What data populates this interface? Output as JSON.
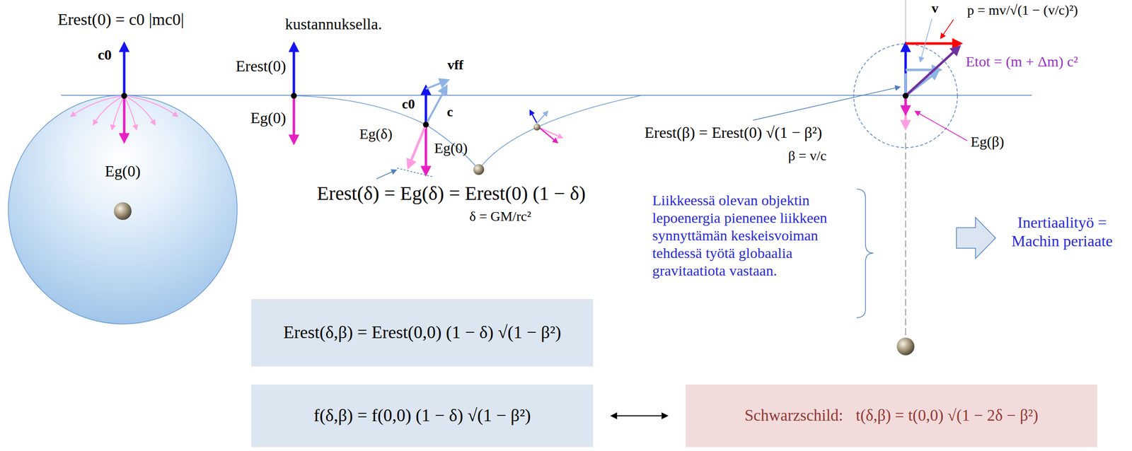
{
  "diagram": {
    "nodes": [
      {
        "text": [
          "Eg(0)"
        ]
      },
      {
        "text": [
          "Erest(δ,β) = Erest(0,0) (1 − δ) √(1 − β²)"
        ]
      },
      {
        "text": [
          "f(δ,β) = f(0,0) (1 − δ) √(1 − β²)"
        ]
      },
      {
        "text": [
          "Schwarzschild:",
          "t(δ,β) = t(0,0) √(1 − 2δ − β²)"
        ]
      }
    ],
    "edges": [
      {
        "from": 2,
        "to": 3,
        "arrow": "both"
      }
    ],
    "labels": [
      "Erest(0) = c0 |mc0|",
      "kustannuksella.",
      "c0",
      "Erest(0)",
      "Eg(0)",
      "vff",
      "c0",
      "c",
      "Eg(δ)",
      "Eg(0)",
      "Erest(δ) = Eg(δ) = Erest(0) (1 − δ)",
      "δ = GM/rc²",
      "v",
      "p = mv/√(1 − (v/c)²)",
      "Etot = (m + Δm) c²",
      "Erest(β) = Erest(0) √(1 − β²)",
      "β = v/c",
      "Eg(β)",
      "Liikkeessä olevan objektin lepoenergia pienenee liikkeen synnyttämän keskeisvoiman tehdessä työtä globaalia gravitaatiota vastaan.",
      "Inertiaalityö = Machin periaate"
    ]
  }
}
